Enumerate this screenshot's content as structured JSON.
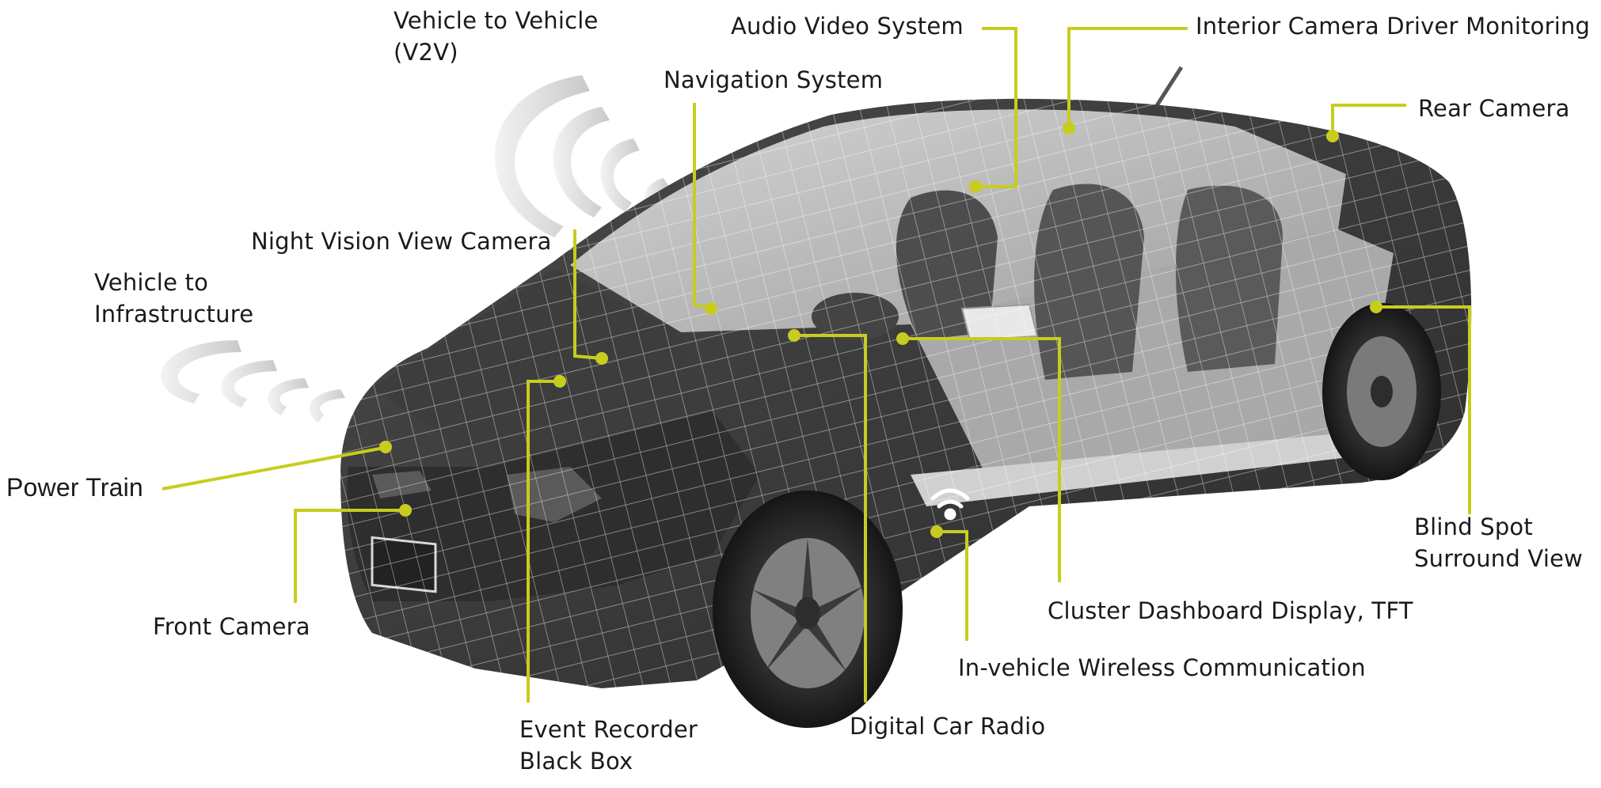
{
  "accent_color": "#c8cc1f",
  "car_colors": {
    "body": "#3a3a3a",
    "glass": "#cfcfcf",
    "wire": "#f2f2f2",
    "tire": "#1b1b1b"
  },
  "signal_icons": [
    "v2v-signal-waves",
    "v2i-signal-waves",
    "wifi-icon"
  ],
  "labels": {
    "v2v_line1": "Vehicle to Vehicle",
    "v2v_line2": "(V2V)",
    "audio_video": "Audio Video System",
    "interior_camera": "Interior Camera Driver Monitoring",
    "navigation": "Navigation System",
    "rear_camera": "Rear Camera",
    "night_vision": "Night Vision View Camera",
    "v2i_line1": "Vehicle to",
    "v2i_line2": "Infrastructure",
    "power_train": "Power Train",
    "front_camera": "Front Camera",
    "blind_spot_line1": "Blind Spot",
    "blind_spot_line2": "Surround View",
    "cluster_display": "Cluster Dashboard Display, TFT",
    "wireless": "In-vehicle Wireless Communication",
    "event_recorder_line1": "Event Recorder",
    "event_recorder_line2": "Black Box",
    "digital_radio": "Digital Car Radio"
  }
}
